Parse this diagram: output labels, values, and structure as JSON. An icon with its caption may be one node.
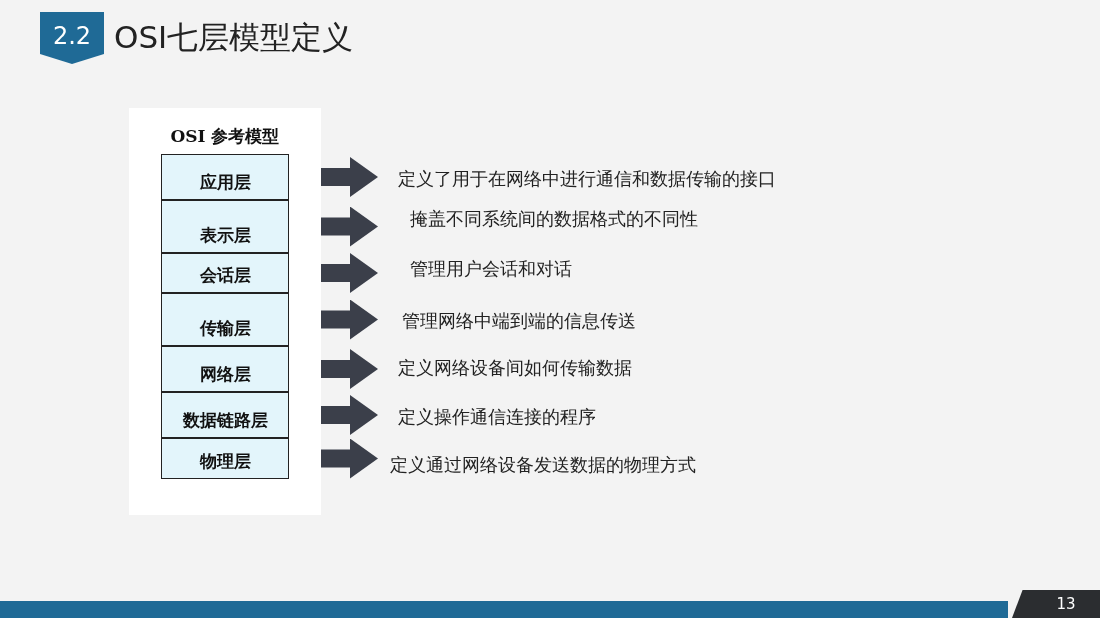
{
  "diagram": {
    "title": "OSI七层模型定义",
    "nodes": [
      {
        "text": [
          "OSI 参考模型"
        ]
      },
      {
        "text": [
          "应用层"
        ],
        "in": 0
      },
      {
        "text": [
          "表示层"
        ],
        "in": 0
      },
      {
        "text": [
          "会话层"
        ],
        "in": 0
      },
      {
        "text": [
          "传输层"
        ],
        "in": 0
      },
      {
        "text": [
          "网络层"
        ],
        "in": 0
      },
      {
        "text": [
          "数据链路层"
        ],
        "in": 0
      },
      {
        "text": [
          "物理层"
        ],
        "in": 0
      },
      {
        "text": [
          "定义了用于在网络中进行通信和数据传输的接口"
        ]
      },
      {
        "text": [
          "掩盖不同系统间的数据格式的不同性"
        ]
      },
      {
        "text": [
          "管理用户会话和对话"
        ]
      },
      {
        "text": [
          "管理网络中端到端的信息传送"
        ]
      },
      {
        "text": [
          "定义网络设备间如何传输数据"
        ]
      },
      {
        "text": [
          "定义操作通信连接的程序"
        ]
      },
      {
        "text": [
          "定义通过网络设备发送数据的物理方式"
        ]
      }
    ],
    "edges": [
      {
        "from": 1,
        "to": 8,
        "arrow": "to"
      },
      {
        "from": 2,
        "to": 9,
        "arrow": "to"
      },
      {
        "from": 3,
        "to": 10,
        "arrow": "to"
      },
      {
        "from": 4,
        "to": 11,
        "arrow": "to"
      },
      {
        "from": 5,
        "to": 12,
        "arrow": "to"
      },
      {
        "from": 6,
        "to": 13,
        "arrow": "to"
      },
      {
        "from": 7,
        "to": 14,
        "arrow": "to"
      }
    ],
    "labels": [
      "2.2",
      "13"
    ]
  }
}
